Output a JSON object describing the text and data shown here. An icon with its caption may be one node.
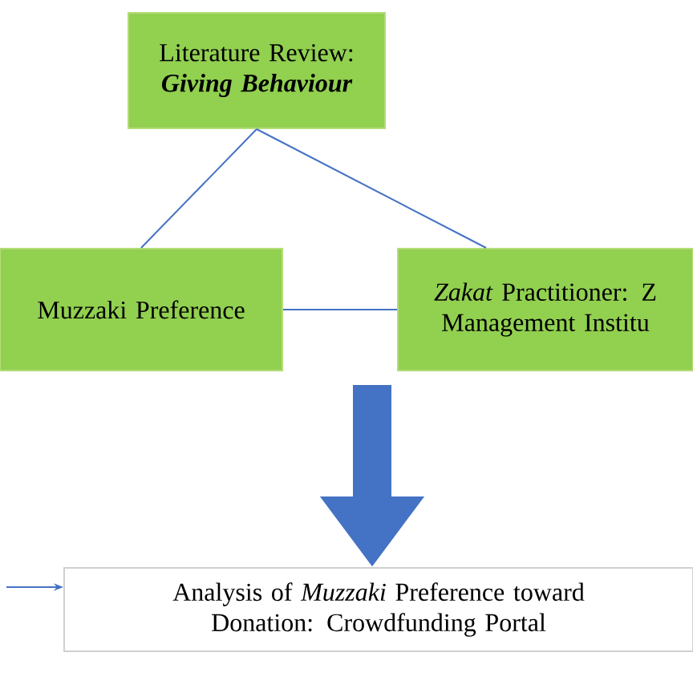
{
  "diagram": {
    "nodes": [
      {
        "text": [
          "Literature Review:",
          "Giving Behaviour"
        ]
      },
      {
        "text": [
          "Muzzaki Preference"
        ]
      },
      {
        "text": [
          "*Zakat* Practitioner: Z Management Institu"
        ]
      },
      {
        "text": [
          "Analysis of *Muzzaki* Preference toward Donation: Crowdfunding Portal"
        ]
      }
    ],
    "edges": [
      {
        "from": 0,
        "to": 1,
        "arrow": "none"
      },
      {
        "from": 0,
        "to": 2,
        "arrow": "none"
      },
      {
        "from": 1,
        "to": 2,
        "arrow": "none"
      },
      {
        "from": null,
        "to": 3,
        "arrow": "to",
        "style": "thick"
      },
      {
        "from": null,
        "to": 3,
        "arrow": "to"
      }
    ]
  }
}
